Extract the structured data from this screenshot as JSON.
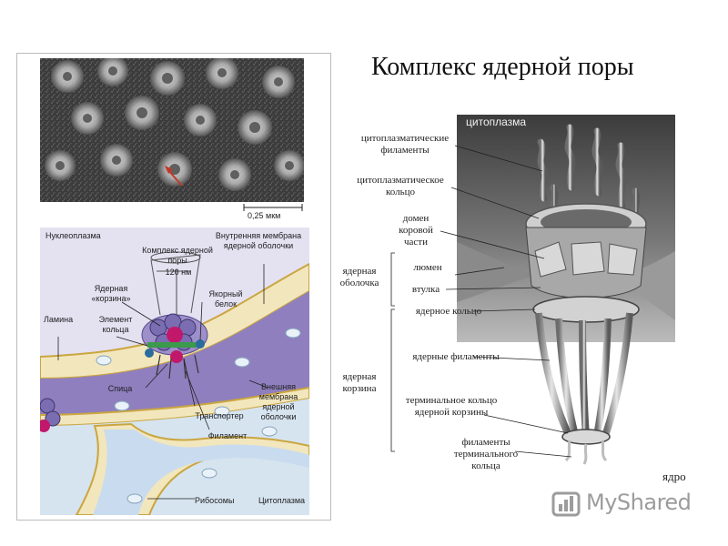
{
  "title": "Комплекс ядерной поры",
  "micrograph": {
    "scale_label": "0,25 мкм"
  },
  "left_diagram": {
    "nucleoplasm": "Нуклеоплазма",
    "complex": "Комплекс ядерной поры",
    "size": "120 нм",
    "inner_membrane": "Внутренняя мембрана ядерной оболочки",
    "basket": "Ядерная «корзина»",
    "anchor_protein": "Якорный белок",
    "ring_element": "Элемент кольца",
    "lamina": "Ламина",
    "spoke": "Спица",
    "transporter": "Транспортер",
    "outer_membrane": "Внешняя мембрана ядерной оболочки",
    "filament": "Филамент",
    "ribosomes": "Рибосомы",
    "cytoplasm": "Цитоплазма"
  },
  "right_diagram": {
    "cytoplasm": "цитоплазма",
    "cyto_filaments": "цитоплазматические филаменты",
    "cyto_ring": "цитоплазматическое кольцо",
    "core_domain": "домен коровой части",
    "nuclear_envelope": "ядерная оболочка",
    "lumen": "люмен",
    "sleeve": "втулка",
    "nuclear_ring": "ядерное кольцо",
    "nuclear_filaments": "ядерные филаменты",
    "nuclear_basket": "ядерная корзина",
    "terminal_ring": "терминальное кольцо ядерной корзины",
    "terminal_filaments": "филаменты терминального кольца",
    "nucleus": "ядро"
  },
  "watermark": "MyShared"
}
